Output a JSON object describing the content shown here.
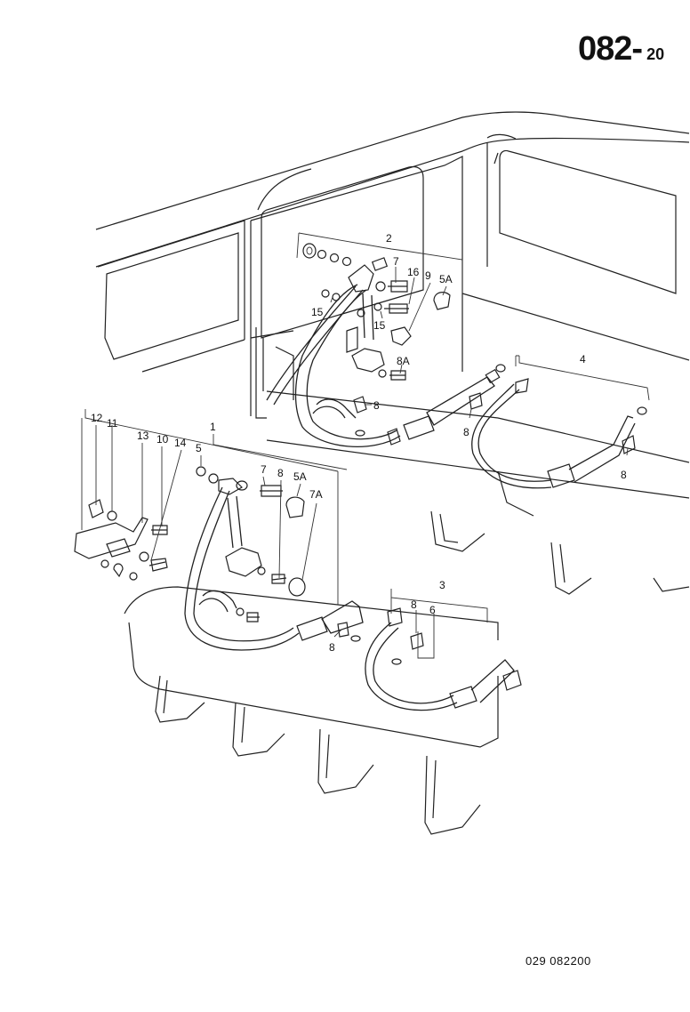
{
  "header": {
    "page_main": "082",
    "separator": "-",
    "page_sub": "20"
  },
  "footer": {
    "reference": "029  082200"
  },
  "groups": [
    {
      "id": "1",
      "label": "1"
    },
    {
      "id": "2",
      "label": "2"
    },
    {
      "id": "3",
      "label": "3"
    },
    {
      "id": "4",
      "label": "4"
    }
  ],
  "callouts": {
    "g2_7": "7",
    "g2_16": "16",
    "g2_9": "9",
    "g2_5A": "5A",
    "g2_15a": "15",
    "g2_15b": "15",
    "g2_8A": "8A",
    "g2_8": "8",
    "g4_8a": "8",
    "g4_8b": "8",
    "l_12": "12",
    "l_11": "11",
    "l_13": "13",
    "l_10": "10",
    "l_14": "14",
    "l_5": "5",
    "g1_7": "7",
    "g1_8": "8",
    "g1_5A": "5A",
    "g1_7A": "7A",
    "g1_8b": "8",
    "g3_8": "8",
    "g3_6": "6"
  },
  "icons": [
    "seat-belt-strap",
    "belt-buckle",
    "retractor",
    "bolt",
    "washer",
    "nut",
    "cover-cap",
    "bracket"
  ]
}
